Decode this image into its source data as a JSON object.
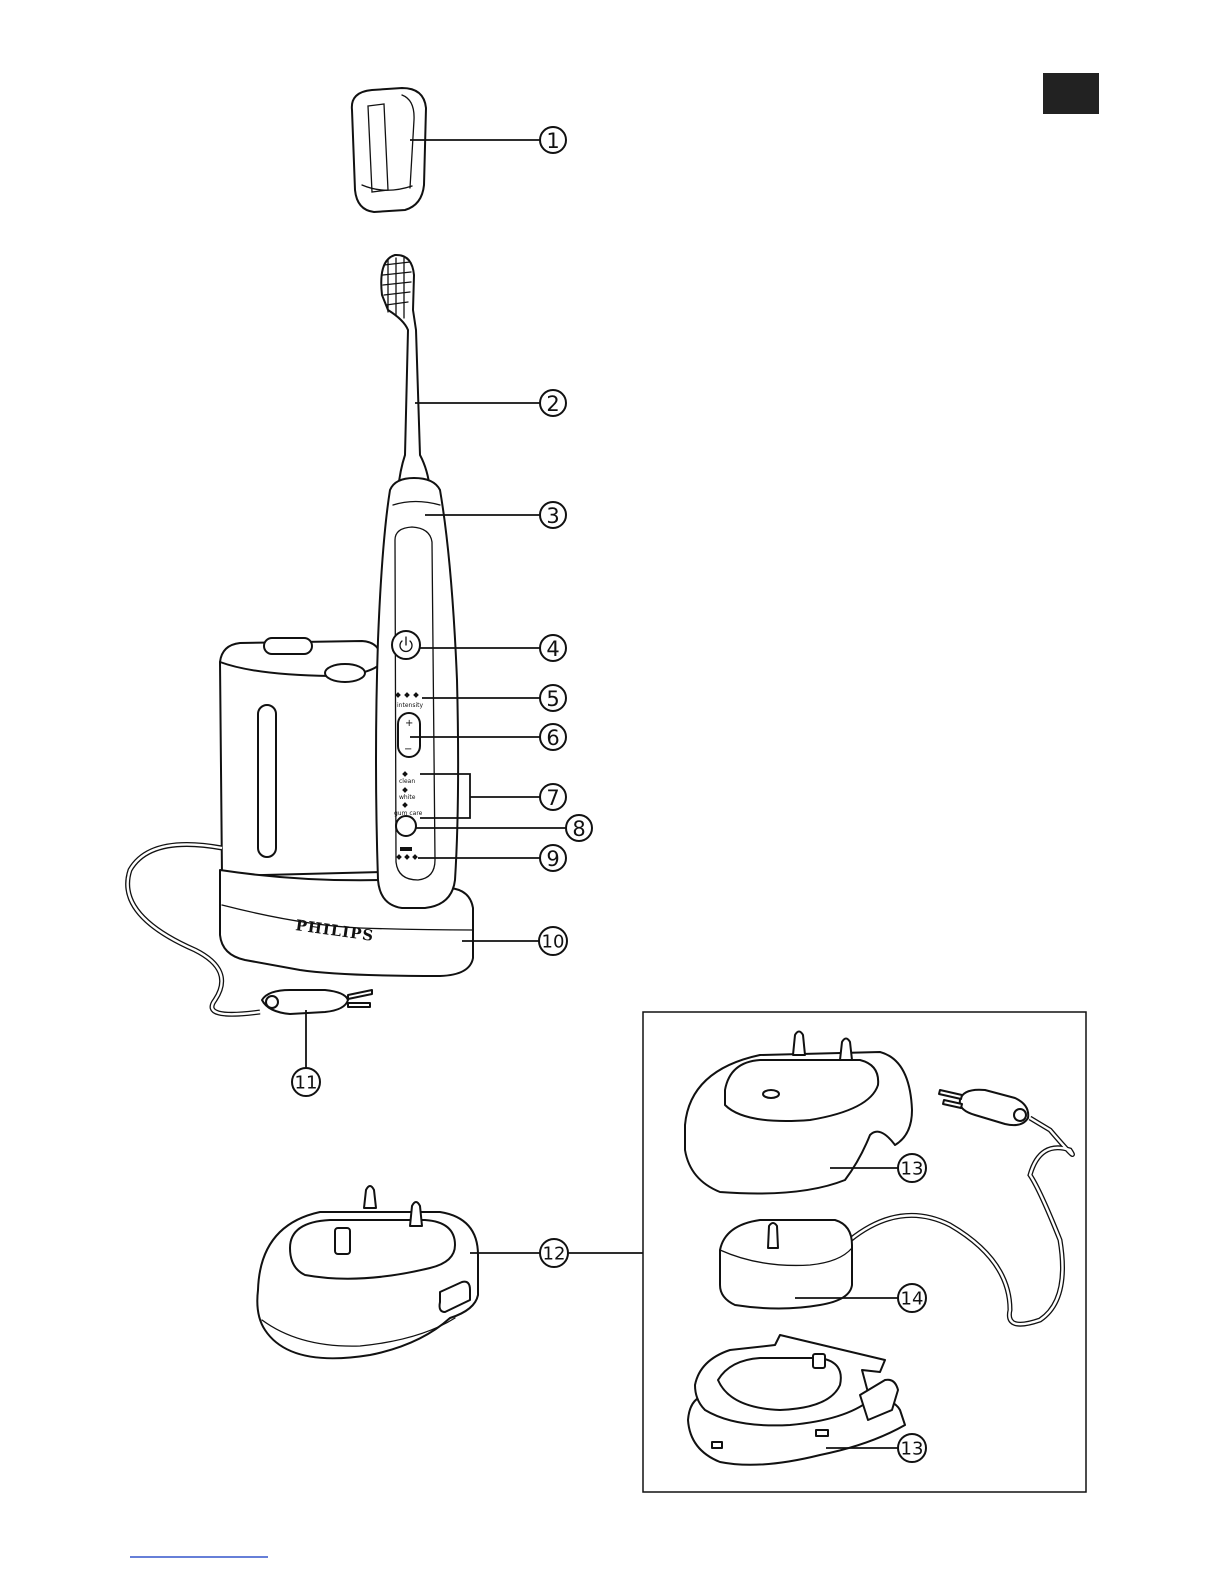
{
  "page": {
    "language_tab_color": "#222222",
    "bottom_link_color": "#3355cc"
  },
  "device": {
    "brand_label": "PHILIPS",
    "intensity_label": "intensity",
    "plus_symbol": "+",
    "minus_symbol": "−",
    "mode_labels": [
      "clean",
      "white",
      "gum care"
    ]
  },
  "callouts": [
    "1",
    "2",
    "3",
    "4",
    "5",
    "6",
    "7",
    "8",
    "9",
    "10",
    "11",
    "12",
    "13",
    "14",
    "13"
  ]
}
